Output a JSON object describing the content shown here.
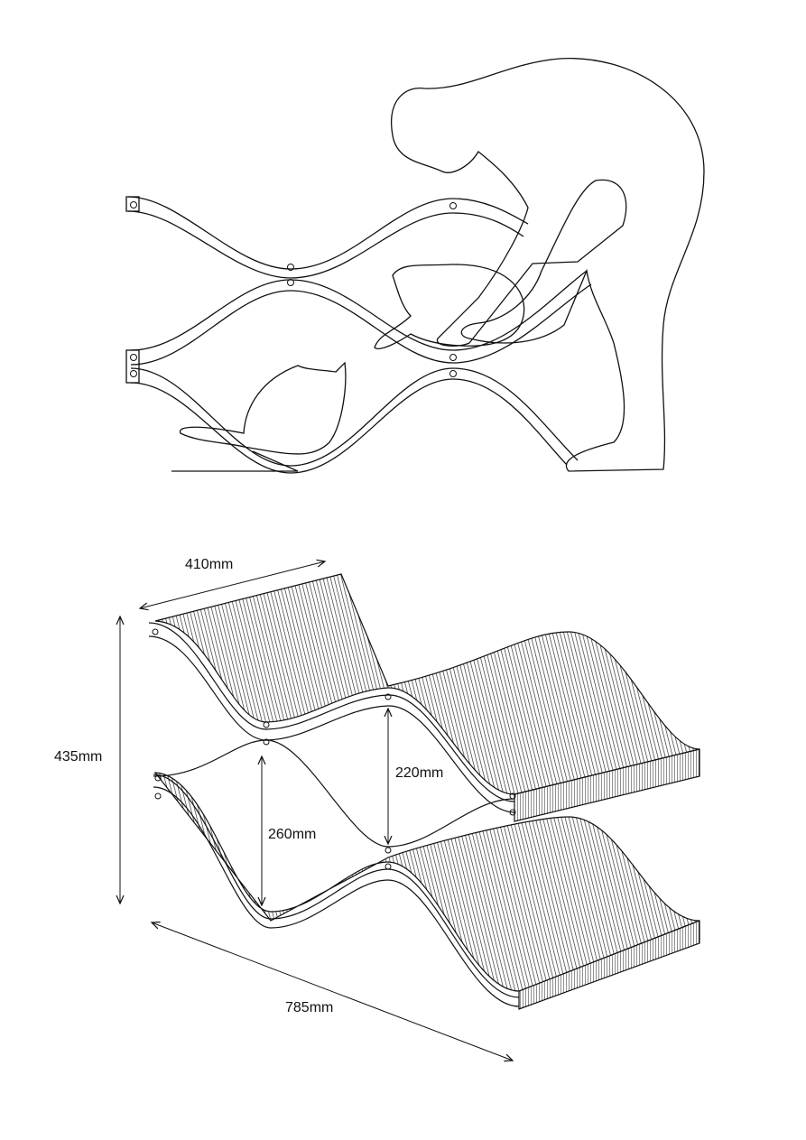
{
  "dimensions": {
    "depth": "410mm",
    "height": "435mm",
    "upper_gap": "220mm",
    "lower_gap": "260mm",
    "length": "785mm"
  },
  "colors": {
    "line": "#111111",
    "background": "#ffffff"
  }
}
